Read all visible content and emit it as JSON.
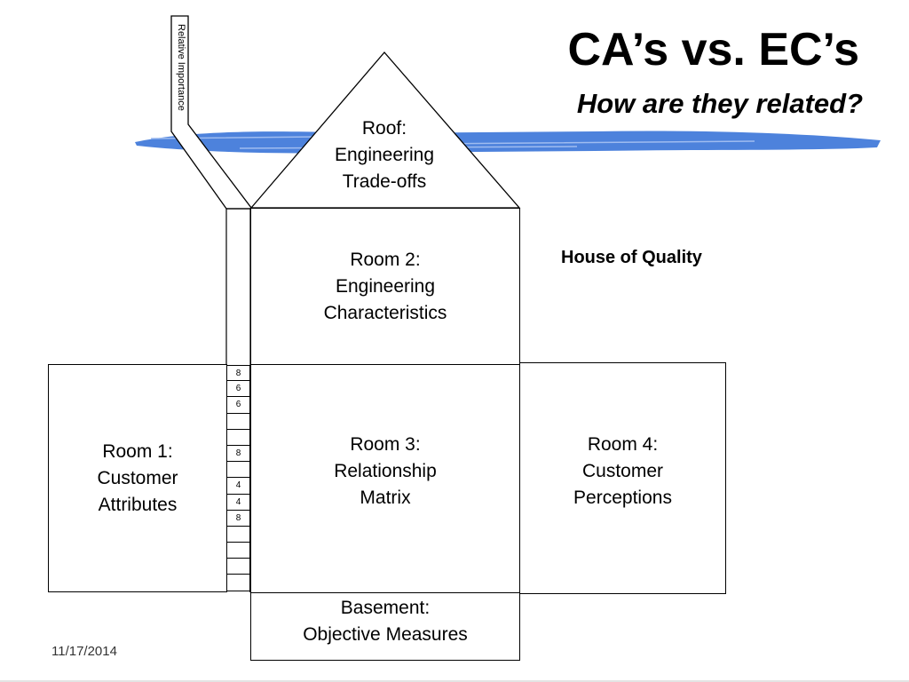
{
  "slide": {
    "title": "CA’s vs. EC’s",
    "subtitle": "How are they related?",
    "caption": "House of Quality",
    "date": "11/17/2014",
    "accent_color": "#3a74d8"
  },
  "house": {
    "relative_importance_label": "Relative Importance",
    "roof": {
      "line1": "Roof:",
      "line2": "Engineering",
      "line3": "Trade-offs"
    },
    "room2": {
      "line1": "Room 2:",
      "line2": "Engineering",
      "line3": "Characteristics"
    },
    "room1": {
      "line1": "Room 1:",
      "line2": "Customer",
      "line3": "Attributes"
    },
    "room3": {
      "line1": "Room 3:",
      "line2": "Relationship",
      "line3": "Matrix"
    },
    "room4": {
      "line1": "Room 4:",
      "line2": "Customer",
      "line3": "Perceptions"
    },
    "basement": {
      "line1": "Basement:",
      "line2": "Objective Measures"
    },
    "importance_values": [
      "8",
      "6",
      "6",
      "",
      "",
      "8",
      "",
      "4",
      "4",
      "8",
      "",
      "",
      "",
      ""
    ]
  }
}
